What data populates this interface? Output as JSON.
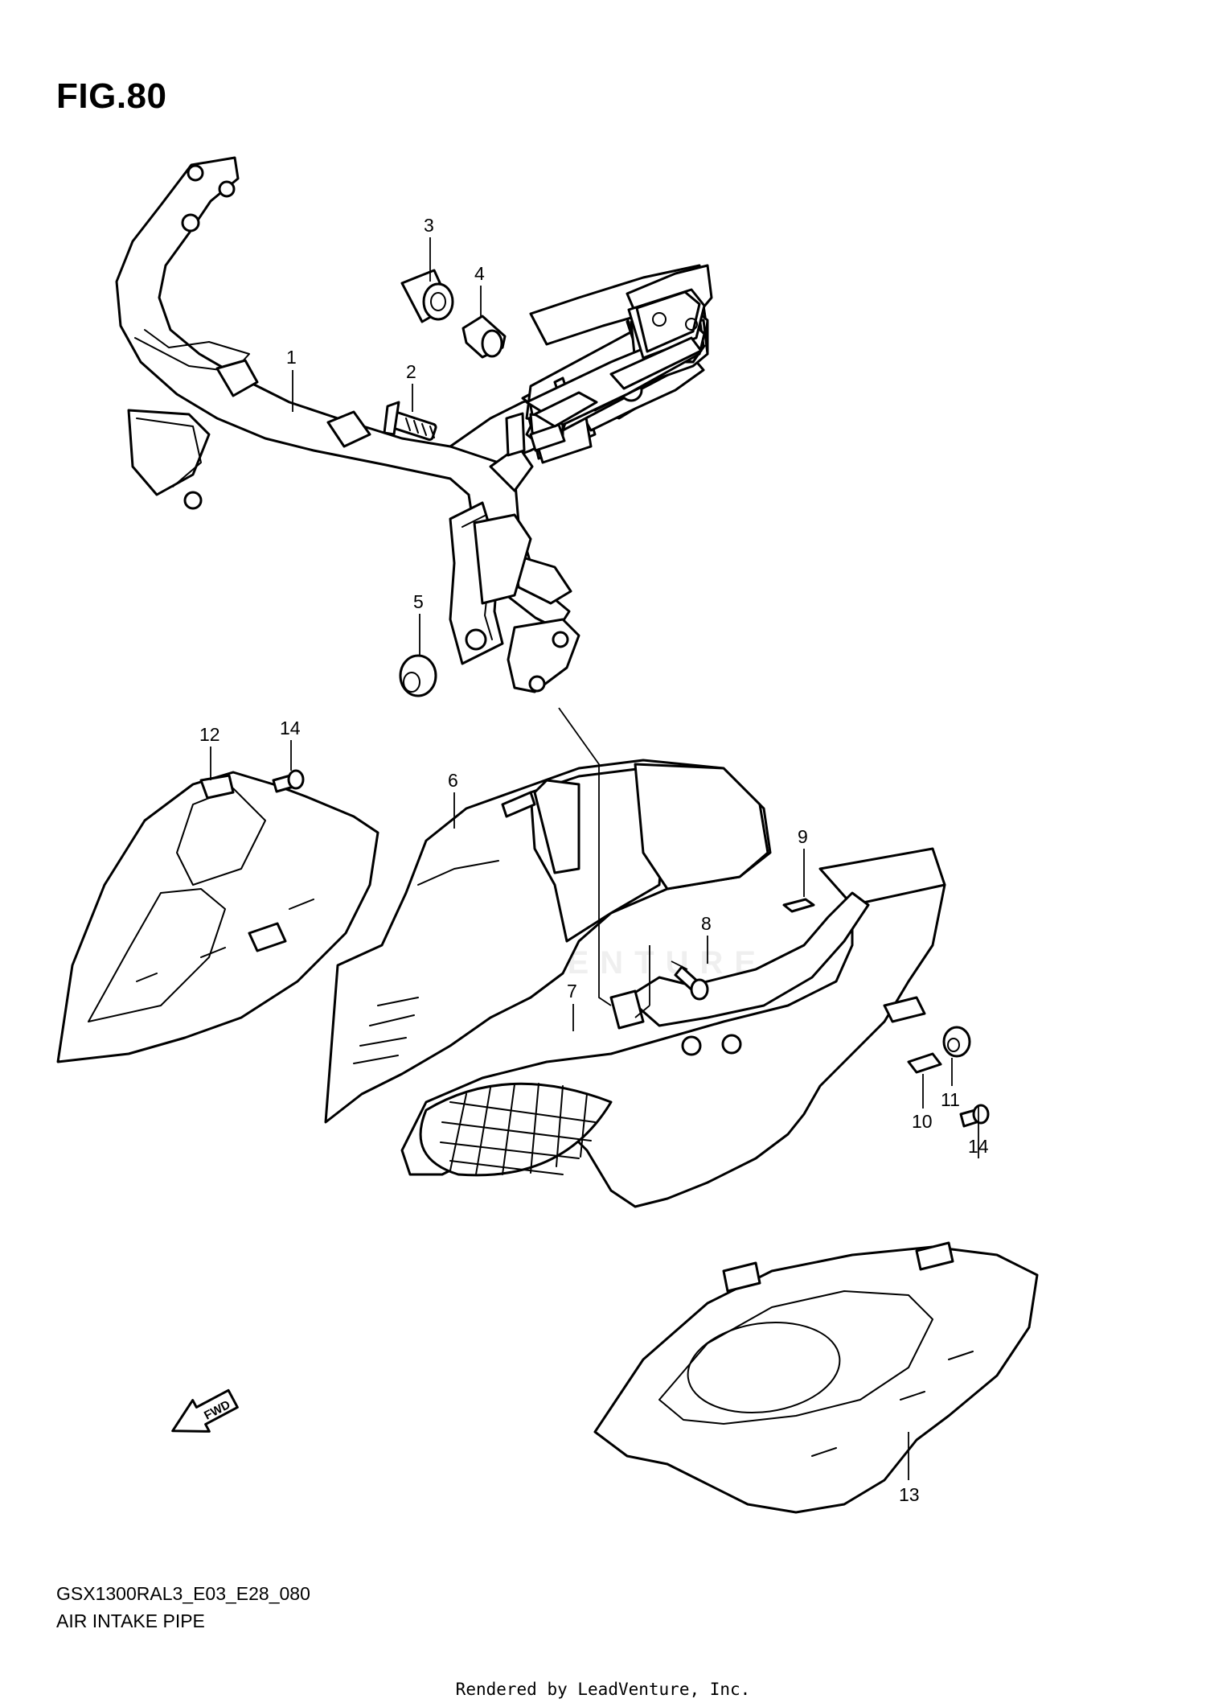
{
  "figure": {
    "title": "FIG.80",
    "model_code": "GSX1300RAL3_E03_E28_080",
    "name": "AIR INTAKE PIPE",
    "rendered_by": "Rendered by LeadVenture, Inc.",
    "watermark": "LEADVENTURE"
  },
  "callouts": [
    {
      "id": "1",
      "label": "1"
    },
    {
      "id": "2",
      "label": "2"
    },
    {
      "id": "3",
      "label": "3"
    },
    {
      "id": "4",
      "label": "4"
    },
    {
      "id": "5",
      "label": "5"
    },
    {
      "id": "6",
      "label": "6"
    },
    {
      "id": "7",
      "label": "7"
    },
    {
      "id": "8",
      "label": "8"
    },
    {
      "id": "9",
      "label": "9"
    },
    {
      "id": "10",
      "label": "10"
    },
    {
      "id": "11",
      "label": "11"
    },
    {
      "id": "12",
      "label": "12"
    },
    {
      "id": "13",
      "label": "13"
    },
    {
      "id": "14a",
      "label": "14"
    },
    {
      "id": "14b",
      "label": "14"
    }
  ],
  "direction_badge": "FWD"
}
